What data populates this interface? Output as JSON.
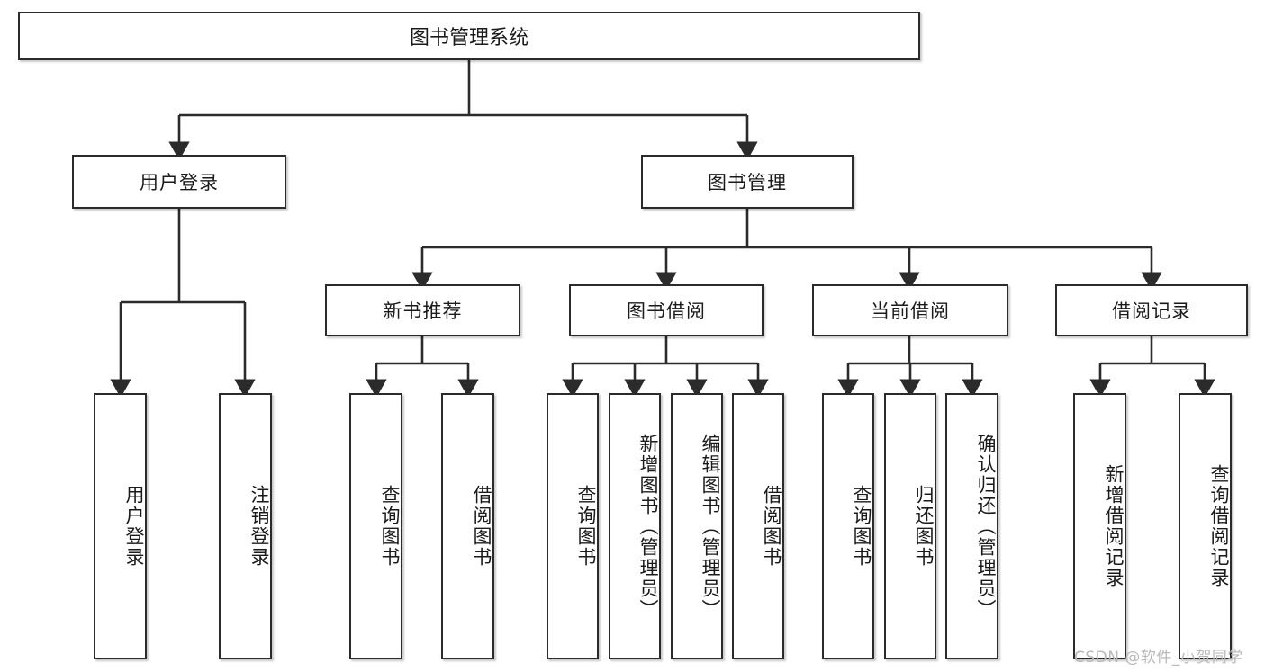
{
  "diagram": {
    "title_node": {
      "label": "图书管理系统"
    },
    "level1": [
      {
        "id": "user-login",
        "label": "用户登录"
      },
      {
        "id": "book-management",
        "label": "图书管理"
      }
    ],
    "level2": [
      {
        "id": "new-book-recommend",
        "label": "新书推荐"
      },
      {
        "id": "book-borrow",
        "label": "图书借阅"
      },
      {
        "id": "current-borrow",
        "label": "当前借阅"
      },
      {
        "id": "borrow-record",
        "label": "借阅记录"
      }
    ],
    "leaves": {
      "user_login": [
        {
          "id": "leaf-user-login",
          "label": "用户登录"
        },
        {
          "id": "leaf-logout-login",
          "label": "注销登录"
        }
      ],
      "new_book_recommend": [
        {
          "id": "leaf-query-book-1",
          "label": "查询图书"
        },
        {
          "id": "leaf-borrow-book-1",
          "label": "借阅图书"
        }
      ],
      "book_borrow": [
        {
          "id": "leaf-query-book-2",
          "label": "查询图书"
        },
        {
          "id": "leaf-add-book",
          "label": "新增图书（管理员）"
        },
        {
          "id": "leaf-edit-book",
          "label": "编辑图书（管理员）"
        },
        {
          "id": "leaf-borrow-book-2",
          "label": "借阅图书"
        }
      ],
      "current_borrow": [
        {
          "id": "leaf-query-book-3",
          "label": "查询图书"
        },
        {
          "id": "leaf-return-book",
          "label": "归还图书"
        },
        {
          "id": "leaf-confirm-return",
          "label": "确认归还（管理员）"
        }
      ],
      "borrow_record": [
        {
          "id": "leaf-add-borrow-record",
          "label": "新增借阅记录"
        },
        {
          "id": "leaf-query-borrow-record",
          "label": "查询借阅记录"
        }
      ]
    }
  },
  "watermark": {
    "text": "CSDN @软件_小贺同学"
  },
  "colors": {
    "stroke": "#2b2b2b",
    "fill": "#ffffff",
    "text": "#1a1a1a",
    "watermark": "#b9b9b9"
  }
}
